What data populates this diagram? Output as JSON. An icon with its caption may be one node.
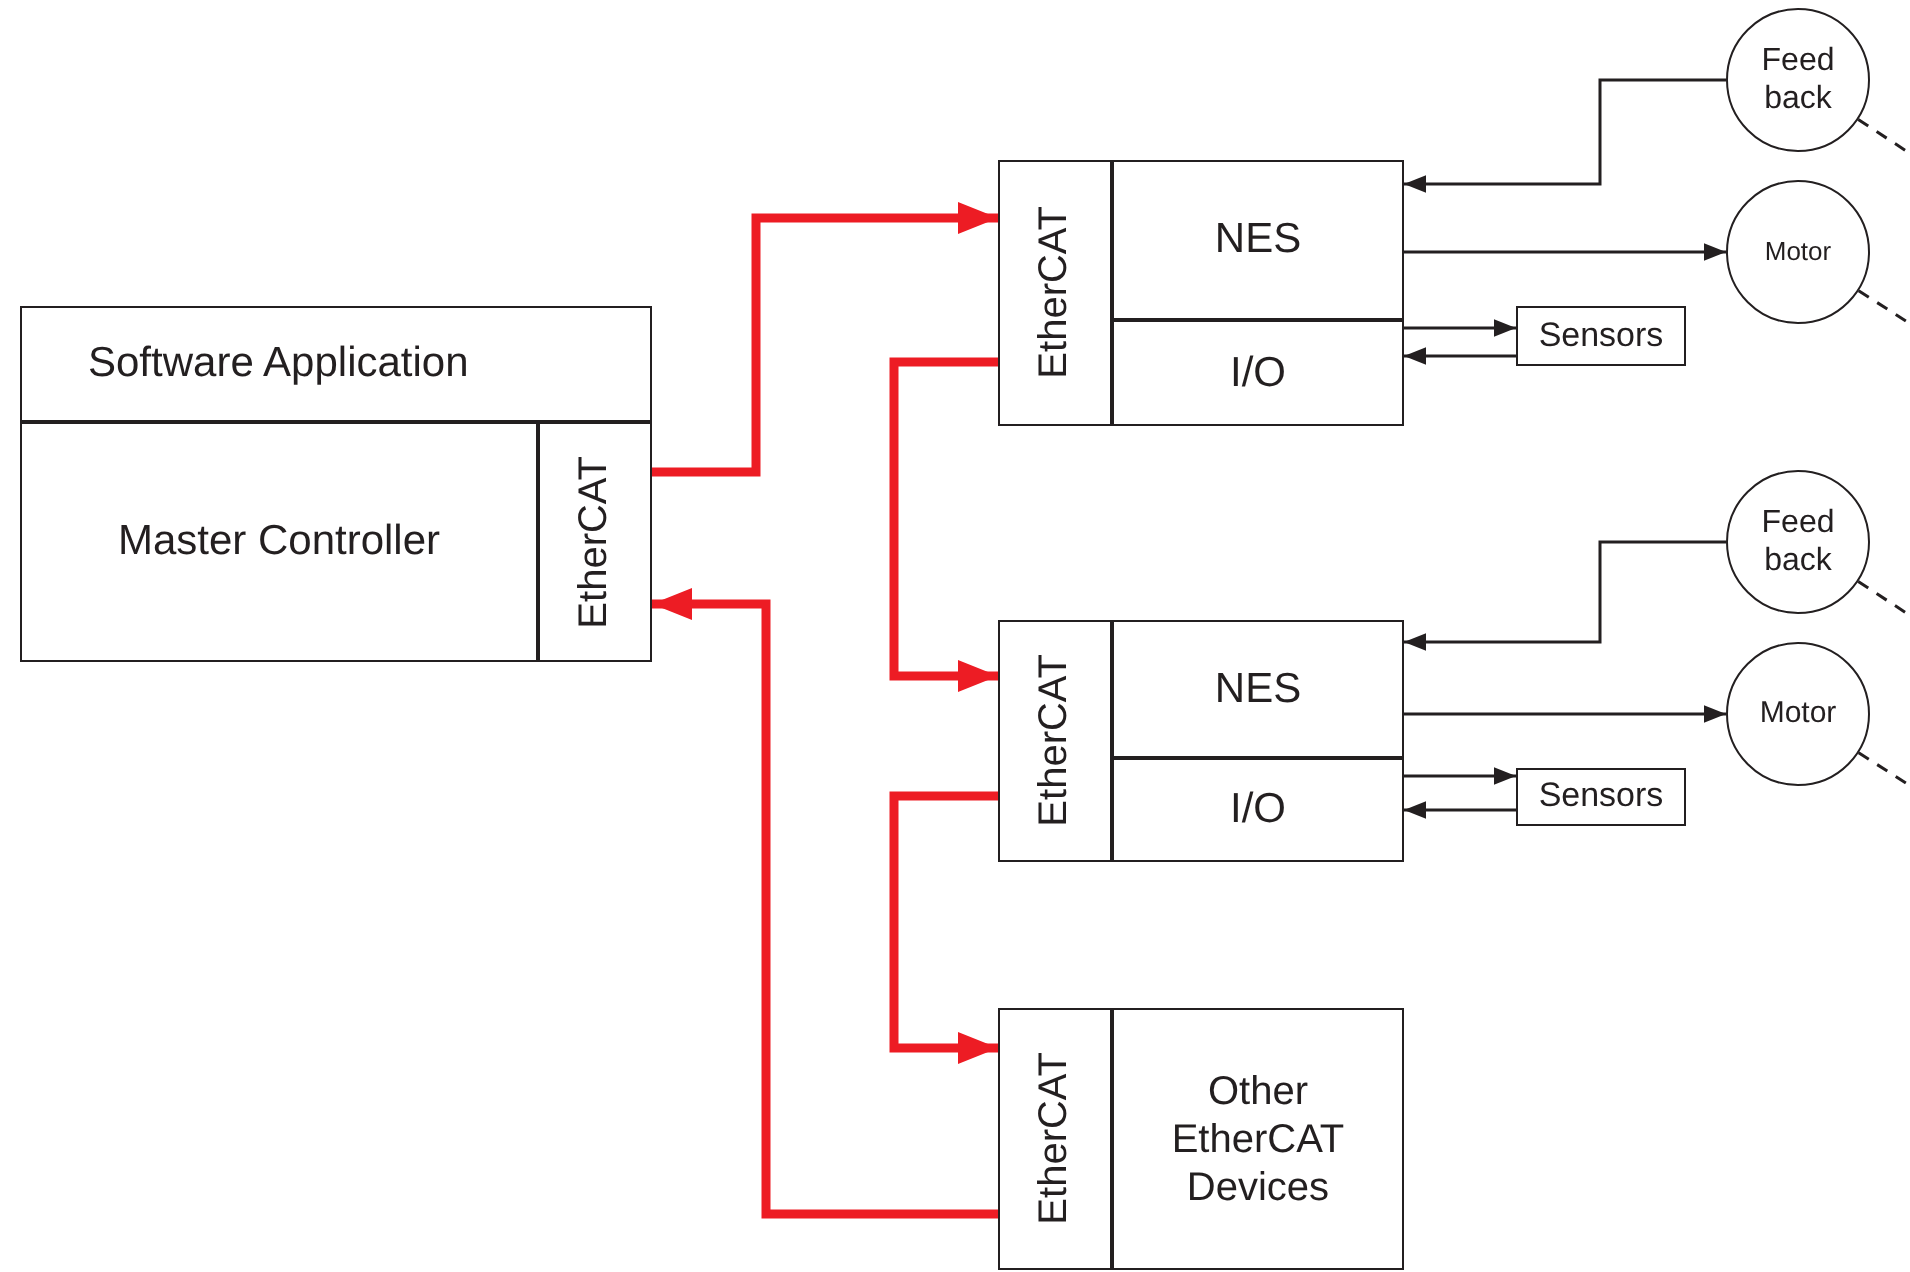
{
  "diagram": {
    "nodes": [
      {
        "text": [
          "Software Application"
        ]
      },
      {
        "text": [
          "Master Controller"
        ]
      },
      {
        "text": [
          "EtherCAT"
        ]
      },
      {
        "text": [
          "EtherCAT"
        ]
      },
      {
        "text": [
          "NES"
        ]
      },
      {
        "text": [
          "I/O"
        ]
      },
      {
        "text": [
          "Sensors"
        ]
      },
      {
        "text": [
          "Feed back"
        ]
      },
      {
        "text": [
          "Motor"
        ]
      },
      {
        "text": [
          "EtherCAT"
        ]
      },
      {
        "text": [
          "NES"
        ]
      },
      {
        "text": [
          "I/O"
        ]
      },
      {
        "text": [
          "Sensors"
        ]
      },
      {
        "text": [
          "Feed back"
        ]
      },
      {
        "text": [
          "Motor"
        ]
      },
      {
        "text": [
          "EtherCAT"
        ]
      },
      {
        "text": [
          "Other EtherCAT Devices"
        ]
      }
    ],
    "edges": [
      {
        "from": 2,
        "to": 3,
        "arrow": "to",
        "style": "thick",
        "color": "#ed1c24"
      },
      {
        "from": 3,
        "to": 9,
        "arrow": "to",
        "style": "thick",
        "color": "#ed1c24"
      },
      {
        "from": 9,
        "to": 15,
        "arrow": "to",
        "style": "thick",
        "color": "#ed1c24"
      },
      {
        "from": 15,
        "to": 2,
        "arrow": "to",
        "style": "thick",
        "color": "#ed1c24"
      },
      {
        "from": 7,
        "to": 4,
        "arrow": "to"
      },
      {
        "from": 4,
        "to": 8,
        "arrow": "to"
      },
      {
        "from": 5,
        "to": 6,
        "arrow": "to"
      },
      {
        "from": 6,
        "to": 5,
        "arrow": "to"
      },
      {
        "from": 13,
        "to": 10,
        "arrow": "to"
      },
      {
        "from": 10,
        "to": 14,
        "arrow": "to"
      },
      {
        "from": 11,
        "to": 12,
        "arrow": "to"
      },
      {
        "from": 12,
        "to": 11,
        "arrow": "to"
      },
      {
        "from": 7,
        "to": null,
        "arrow": "none",
        "style": "dashed"
      },
      {
        "from": 8,
        "to": null,
        "arrow": "none",
        "style": "dashed"
      },
      {
        "from": 13,
        "to": null,
        "arrow": "none",
        "style": "dashed"
      },
      {
        "from": 14,
        "to": null,
        "arrow": "none",
        "style": "dashed"
      }
    ]
  }
}
